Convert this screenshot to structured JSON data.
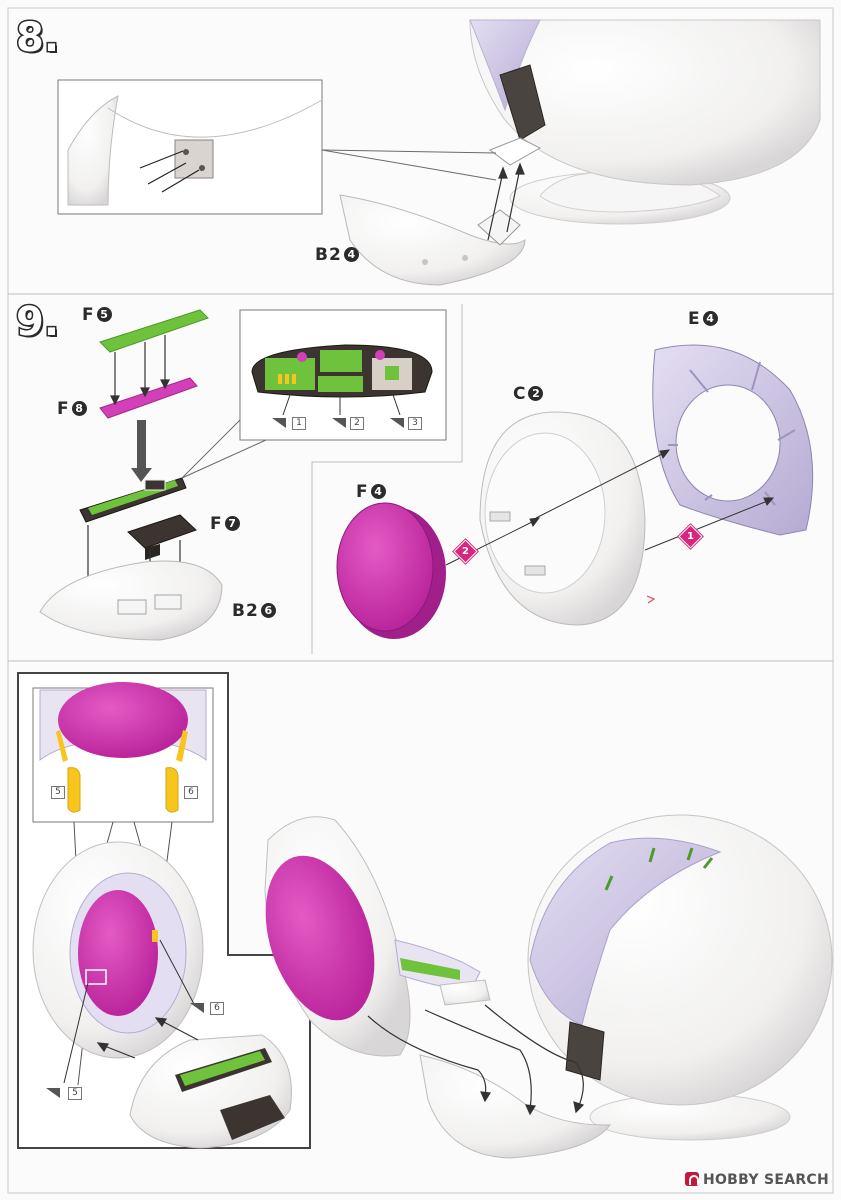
{
  "steps": {
    "step8": "8.",
    "step9": "9."
  },
  "parts": {
    "b24": {
      "letter": "B2",
      "num": "4"
    },
    "f5": {
      "letter": "F",
      "num": "5"
    },
    "f8": {
      "letter": "F",
      "num": "8"
    },
    "f7": {
      "letter": "F",
      "num": "7"
    },
    "b26": {
      "letter": "B2",
      "num": "6"
    },
    "f4": {
      "letter": "F",
      "num": "4"
    },
    "c2": {
      "letter": "C",
      "num": "2"
    },
    "e4": {
      "letter": "E",
      "num": "4"
    }
  },
  "decals": {
    "d1": "1",
    "d2": "2",
    "d3": "3",
    "d5a": "5",
    "d6a": "6",
    "d5b": "5",
    "d6b": "6"
  },
  "order": {
    "first": "1",
    "second": "2"
  },
  "watermark": "HOBBY SEARCH",
  "colors": {
    "green": "#6fc23c",
    "magenta": "#d23fb8",
    "pink": "#d8267e",
    "yellow": "#f7c51c",
    "lavender": "#c9c0e0",
    "dark": "#3b3430"
  }
}
